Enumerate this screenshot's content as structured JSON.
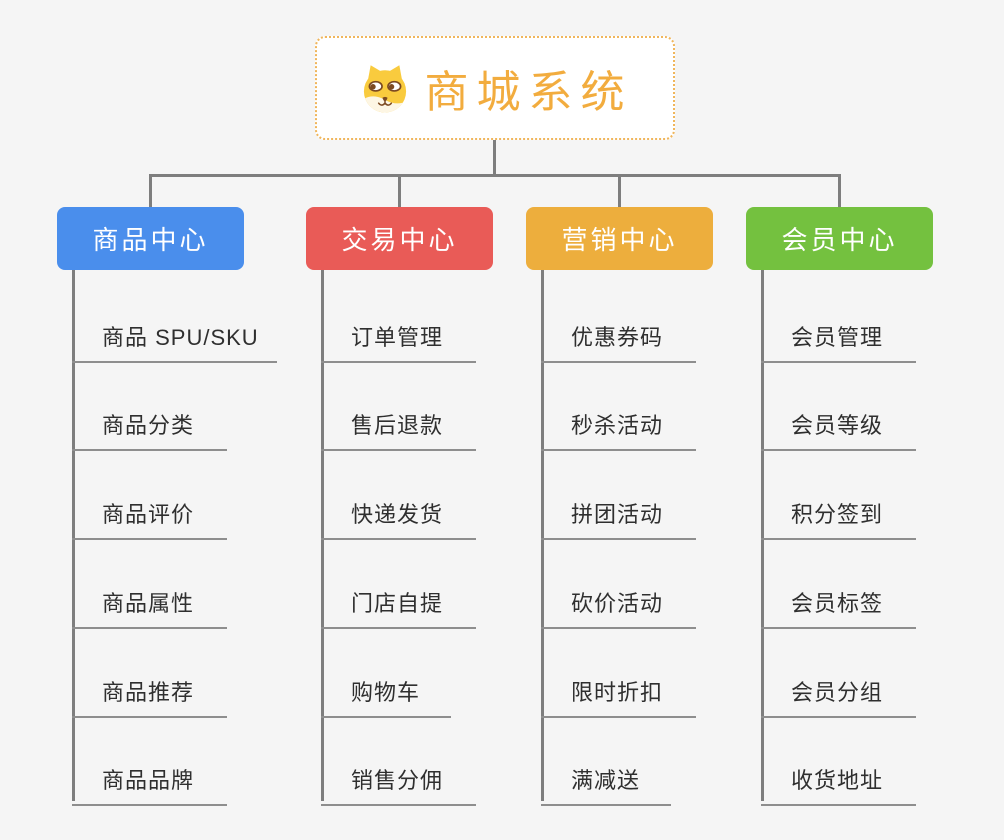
{
  "root": {
    "label": "商城系统",
    "icon": "doge-icon",
    "accent_color": "#F2AC3E",
    "border_color": "#F0B65C"
  },
  "branches": [
    {
      "label": "商品中心",
      "color": "#4A8EEC",
      "items": [
        "商品 SPU/SKU",
        "商品分类",
        "商品评价",
        "商品属性",
        "商品推荐",
        "商品品牌"
      ]
    },
    {
      "label": "交易中心",
      "color": "#E95B57",
      "items": [
        "订单管理",
        "售后退款",
        "快递发货",
        "门店自提",
        "购物车",
        "销售分佣"
      ]
    },
    {
      "label": "营销中心",
      "color": "#EDAE3D",
      "items": [
        "优惠券码",
        "秒杀活动",
        "拼团活动",
        "砍价活动",
        "限时折扣",
        "满减送"
      ]
    },
    {
      "label": "会员中心",
      "color": "#74C13F",
      "items": [
        "会员管理",
        "会员等级",
        "积分签到",
        "会员标签",
        "会员分组",
        "收货地址"
      ]
    }
  ],
  "colors": {
    "background": "#F5F5F5",
    "connector": "#7E7E7E",
    "underline": "#8E8E8E",
    "leaf_text": "#2F2F2F"
  }
}
